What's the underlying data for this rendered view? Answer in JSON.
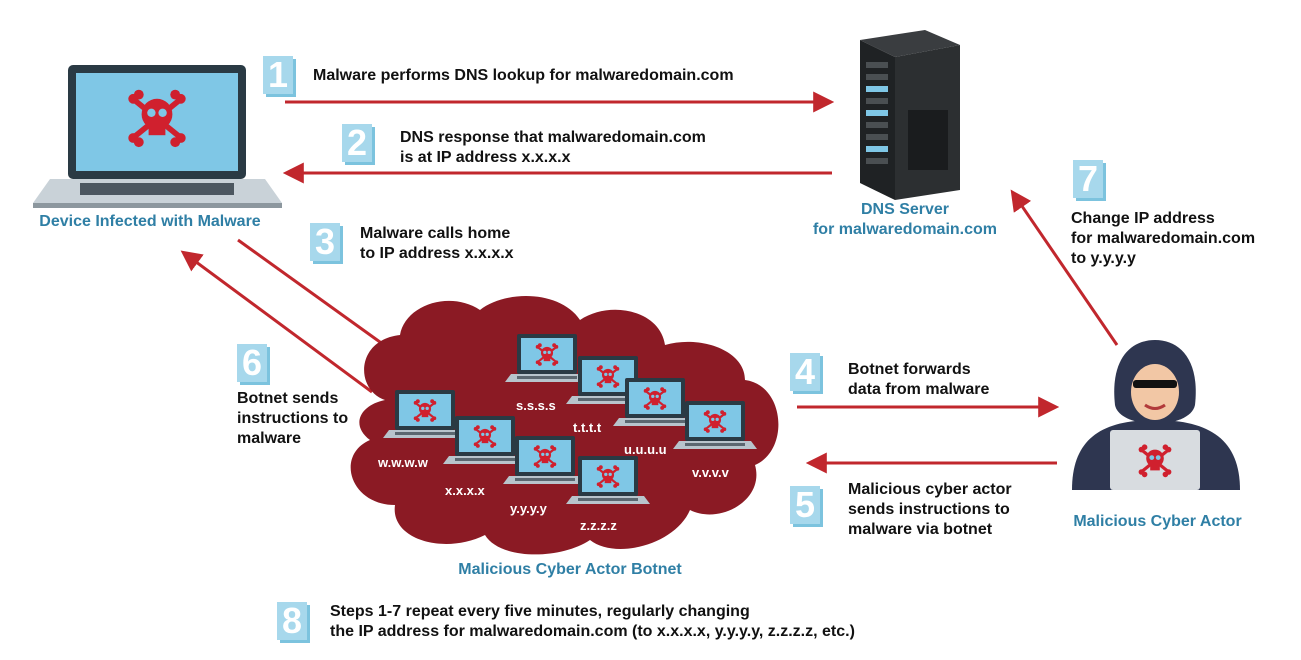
{
  "steps": [
    {
      "num": "1",
      "lines": [
        "Malware performs DNS lookup for malwaredomain.com"
      ]
    },
    {
      "num": "2",
      "lines": [
        "DNS response that malwaredomain.com",
        "is at IP address x.x.x.x"
      ]
    },
    {
      "num": "3",
      "lines": [
        "Malware calls home",
        "to IP address x.x.x.x"
      ]
    },
    {
      "num": "4",
      "lines": [
        "Botnet forwards",
        "data from malware"
      ]
    },
    {
      "num": "5",
      "lines": [
        "Malicious cyber actor",
        "sends instructions to",
        "malware via botnet"
      ]
    },
    {
      "num": "6",
      "lines": [
        "Botnet sends",
        "instructions to",
        "malware"
      ]
    },
    {
      "num": "7",
      "lines": [
        "Change IP address",
        "for malwaredomain.com",
        "to y.y.y.y"
      ]
    },
    {
      "num": "8",
      "lines": [
        "Steps 1-7 repeat every five minutes, regularly changing",
        "the IP address for malwaredomain.com (to x.x.x.x, y.y.y.y, z.z.z.z, etc.)"
      ]
    }
  ],
  "nodes": {
    "infected_device": "Device Infected with Malware",
    "dns_server": [
      "DNS Server",
      "for malwaredomain.com"
    ],
    "cyber_actor": "Malicious Cyber Actor",
    "botnet": "Malicious Cyber Actor Botnet"
  },
  "botnet_ips": [
    "s.s.s.s",
    "t.t.t.t",
    "u.u.u.u",
    "v.v.v.v",
    "w.w.w.w",
    "x.x.x.x",
    "y.y.y.y",
    "z.z.z.z"
  ],
  "colors": {
    "arrow": "#c1272d",
    "label_blue": "#2f7fa5",
    "step_box": "#a7d8ec",
    "cloud": "#8b1a24",
    "skull": "#d0202e"
  }
}
